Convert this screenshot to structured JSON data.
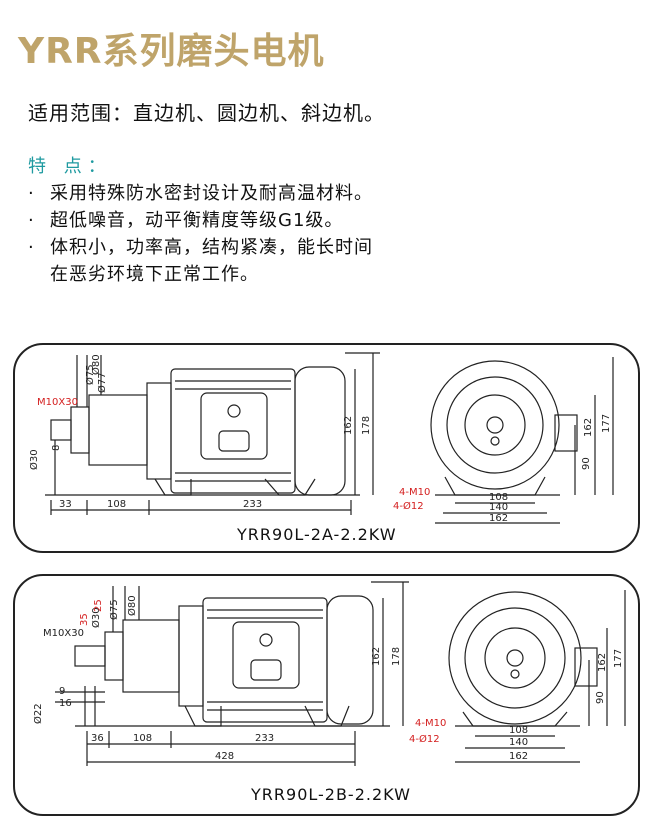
{
  "header": {
    "title": "YRR系列磨头电机",
    "scope": "适用范围：直边机、圆边机、斜边机。"
  },
  "features": {
    "heading": "特  点：",
    "bullet": "·",
    "items": [
      "采用特殊防水密封设计及耐高温材料。",
      "超低噪音，动平衡精度等级G1级。",
      "体积小，功率高，结构紧凑，能长时间",
      "在恶劣环境下正常工作。"
    ]
  },
  "drawing_a": {
    "model": "YRR90L-2A-2.2KW",
    "side": {
      "thread": "M10X30",
      "d77": "Ø77",
      "d75": "Ø75",
      "d80": "Ø80",
      "d30": "Ø30",
      "d8": "8",
      "h162": "162",
      "h178": "178",
      "w33": "33",
      "w108": "108",
      "w233": "233"
    },
    "front": {
      "h90": "90",
      "h162": "162",
      "h177": "177",
      "bolt_thread": "4-M10",
      "bolt_hole": "4-Ø12",
      "w108": "108",
      "w140": "140",
      "w162": "162"
    }
  },
  "drawing_b": {
    "model": "YRR90L-2B-2.2KW",
    "side": {
      "thread": "M10X30",
      "d35": "35",
      "d25": "25",
      "d30": "Ø30",
      "d75": "Ø75",
      "d80": "Ø80",
      "d22": "Ø22",
      "w9": "9",
      "w16": "16",
      "h162": "162",
      "h178": "178",
      "w36": "36",
      "w108": "108",
      "w233": "233",
      "w428": "428"
    },
    "front": {
      "h90": "90",
      "h162": "162",
      "h177": "177",
      "bolt_thread": "4-M10",
      "bolt_hole": "4-Ø12",
      "w108": "108",
      "w140": "140",
      "w162": "162"
    }
  },
  "colors": {
    "title": "#bfa46a",
    "feature_heading": "#1e9aa0",
    "dimension_red": "#d42020",
    "line": "#222222"
  }
}
